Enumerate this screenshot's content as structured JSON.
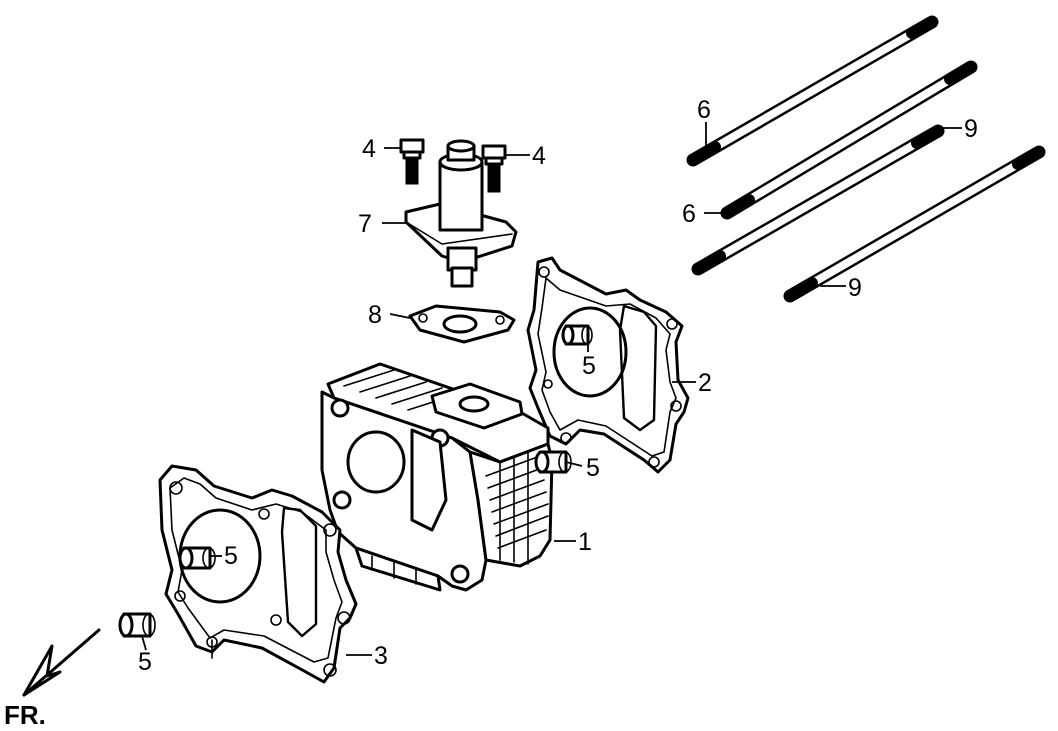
{
  "callouts": {
    "c1": "1",
    "c2": "2",
    "c3": "3",
    "c4a": "4",
    "c4b": "4",
    "c5a": "5",
    "c5b": "5",
    "c5c": "5",
    "c5d": "5",
    "c6a": "6",
    "c6b": "6",
    "c7": "7",
    "c8": "8",
    "c9a": "9",
    "c9b": "9"
  },
  "direction": {
    "label": "FR."
  }
}
